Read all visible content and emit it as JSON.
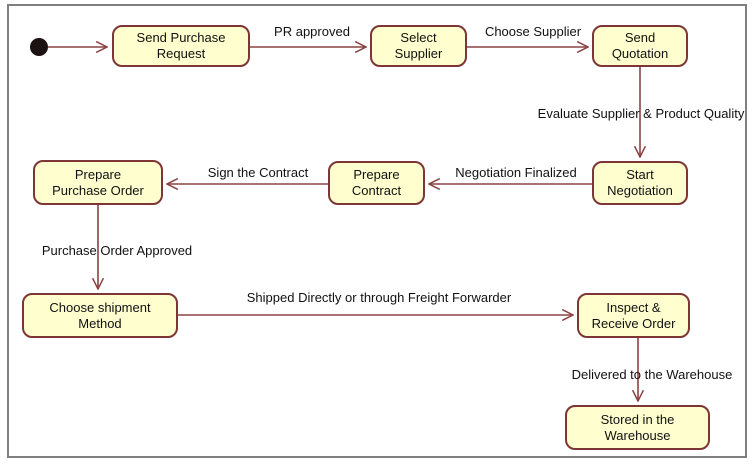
{
  "colors": {
    "node_fill": "#FEFECE",
    "node_border": "#7E3535",
    "edge_color": "#8A4343",
    "frame_border": "#808080",
    "text_color": "#111111",
    "start_node": "#1D1212",
    "background": "#FFFFFF"
  },
  "nodes": {
    "start": {
      "type": "initial-state"
    },
    "send_purchase_request": {
      "label": "Send Purchase\nRequest"
    },
    "select_supplier": {
      "label": "Select\nSupplier"
    },
    "send_quotation": {
      "label": "Send\nQuotation"
    },
    "start_negotiation": {
      "label": "Start\nNegotiation"
    },
    "prepare_contract": {
      "label": "Prepare\nContract"
    },
    "prepare_purchase_order": {
      "label": "Prepare\nPurchase Order"
    },
    "choose_shipment_method": {
      "label": "Choose shipment\nMethod"
    },
    "inspect_receive_order": {
      "label": "Inspect &\nReceive Order"
    },
    "stored_in_warehouse": {
      "label": "Stored in the\nWarehouse"
    }
  },
  "edges": {
    "pr_approved": {
      "label": "PR approved"
    },
    "choose_supplier": {
      "label": "Choose Supplier"
    },
    "evaluate_supplier": {
      "label": "Evaluate Supplier & Product Quality"
    },
    "negotiation_finalized": {
      "label": "Negotiation Finalized"
    },
    "sign_the_contract": {
      "label": "Sign the Contract"
    },
    "purchase_order_approved": {
      "label": "Purchase Order Approved"
    },
    "shipped_directly": {
      "label": "Shipped Directly or through Freight Forwarder"
    },
    "delivered_to_warehouse": {
      "label": "Delivered to the Warehouse"
    }
  }
}
